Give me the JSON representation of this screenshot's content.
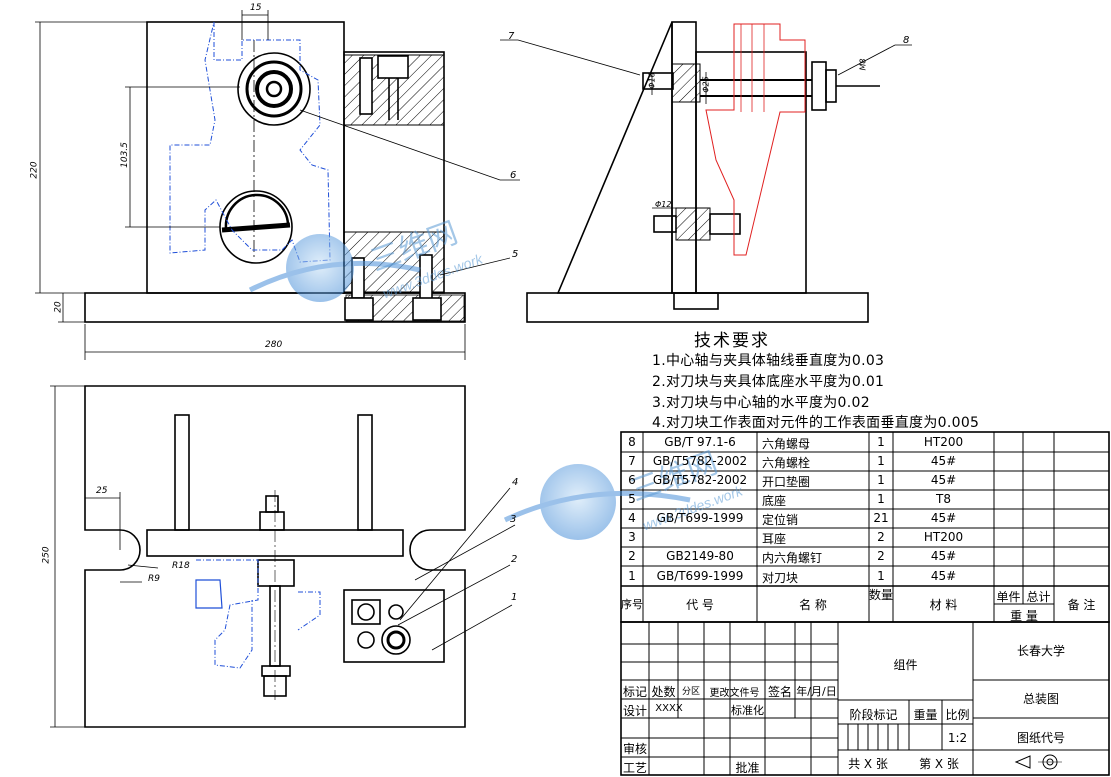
{
  "tech_requirements": {
    "title": "技术要求",
    "items": [
      "1.中心轴与夹具体轴线垂直度为0.03",
      "2.对刀块与夹具体底座水平度为0.01",
      "3.对刀块与中心轴的水平度为0.02",
      "4.对刀块工作表面对元件的工作表面垂直度为0.005"
    ]
  },
  "dimensions": {
    "top_width": "15",
    "height_total": "220",
    "center_dist": "103.5",
    "base_thickness": "20",
    "base_width": "280",
    "plan_height": "250",
    "slot_offset": "25",
    "slot_r_large": "R18",
    "slot_r_small": "R9",
    "side_dia_1": "Φ16",
    "side_dia_2": "Φ25",
    "side_dia_3": "Φ12",
    "side_m": "M8"
  },
  "callouts": [
    "1",
    "2",
    "3",
    "4",
    "5",
    "6",
    "7",
    "8"
  ],
  "bom": {
    "rows": [
      {
        "seq": "8",
        "code": "GB/T 97.1-6",
        "name": "六角螺母",
        "qty": "1",
        "material": "HT200"
      },
      {
        "seq": "7",
        "code": "GB/T5782-2002",
        "name": "六角螺栓",
        "qty": "1",
        "material": "45#"
      },
      {
        "seq": "6",
        "code": "GB/T5782-2002",
        "name": "开口垫圈",
        "qty": "1",
        "material": "45#"
      },
      {
        "seq": "5",
        "code": "",
        "name": "底座",
        "qty": "1",
        "material": "T8"
      },
      {
        "seq": "4",
        "code": "GB/T699-1999",
        "name": "定位销",
        "qty": "21",
        "material": "45#"
      },
      {
        "seq": "3",
        "code": "",
        "name": "耳座",
        "qty": "2",
        "material": "HT200"
      },
      {
        "seq": "2",
        "code": "GB2149-80",
        "name": "内六角螺钉",
        "qty": "2",
        "material": "45#"
      },
      {
        "seq": "1",
        "code": "GB/T699-1999",
        "name": "对刀块",
        "qty": "1",
        "material": "45#"
      }
    ],
    "headers": {
      "seq": "序号",
      "code": "代        号",
      "name": "名        称",
      "qty": "数量",
      "material": "材     料",
      "unit": "单件",
      "total": "总计",
      "weight": "重  量",
      "note": "备  注"
    }
  },
  "title_block": {
    "labels": {
      "mark": "标记",
      "count": "处数",
      "zone": "分区",
      "change_doc": "更改文件号",
      "sign": "签名",
      "date": "年/月/日",
      "design": "设计",
      "designer": "XXXX",
      "std": "标准化",
      "review": "审核",
      "process": "工艺",
      "approve": "批准",
      "stage": "阶段标记",
      "weight": "重量",
      "scale": "比例",
      "sheet_total": "共 X 张",
      "sheet_no": "第 X 张"
    },
    "assembly": "组件",
    "university": "长春大学",
    "drawing_name": "总装图",
    "scale_value": "1:2",
    "drawing_code": "图纸代号"
  },
  "watermark": {
    "brand": "三维网",
    "url": "www.3ddes.work"
  },
  "colors": {
    "line": "#000000",
    "hidden": "#1f4fd8",
    "phantom": "#e02020",
    "watermark": "#5b9bd5"
  }
}
